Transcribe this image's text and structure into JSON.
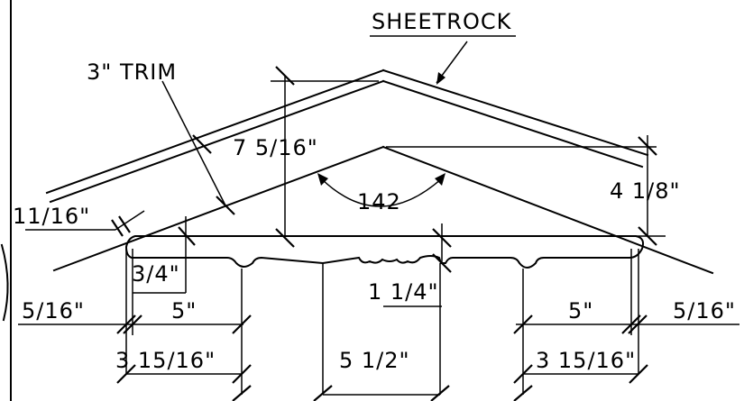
{
  "labels": {
    "sheetrock": "SHEETROCK",
    "trim": "3\"  TRIM",
    "height_outer": "7  5/16\"",
    "angle": "142",
    "height_right": "4  1/8\"",
    "trim_thickness": "11/16\"",
    "lip": "3/4\"",
    "center_drop": "1  1/4\"",
    "left_edge": "5/16\"",
    "left_five": "5\"",
    "right_five": "5\"",
    "right_edge": "5/16\"",
    "left_span": "3  15/16\"",
    "center_span": "5  1/2\"",
    "right_span": "3  15/16\""
  }
}
